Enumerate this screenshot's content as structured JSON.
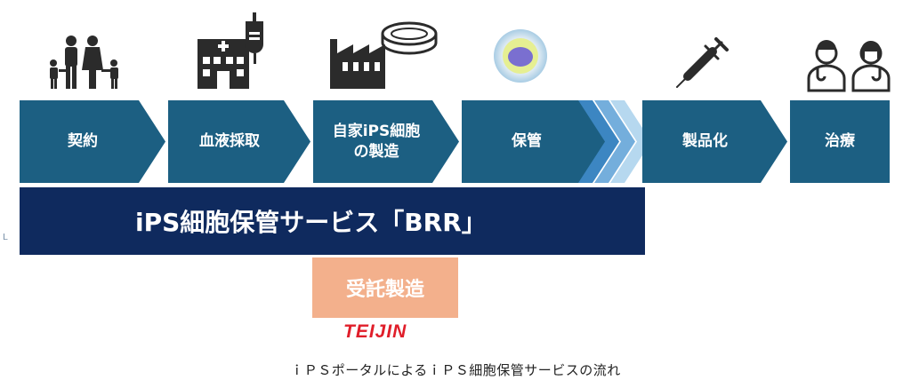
{
  "steps": [
    {
      "label": "契約",
      "icon": "family-icon"
    },
    {
      "label": "血液採取",
      "icon": "hospital-iv-icon"
    },
    {
      "label": "自家iPS細胞\nの製造",
      "icon": "factory-dish-icon"
    },
    {
      "label": "保管",
      "icon": "cell-icon"
    },
    {
      "label": "製品化",
      "icon": "syringe-icon"
    },
    {
      "label": "治療",
      "icon": "doctors-icon"
    }
  ],
  "service_bar": {
    "label": "iPS細胞保管サービス「BRR」"
  },
  "contract": {
    "label": "受託製造",
    "logo": "TEIJIN"
  },
  "caption": "ｉＰＳポータルによるｉＰＳ細胞保管サービスの流れ",
  "edge_mark": "L",
  "colors": {
    "step": "#1c5f82",
    "service": "#0f2a5e",
    "contract": "#f3b08c",
    "logo": "#e01e2a"
  }
}
